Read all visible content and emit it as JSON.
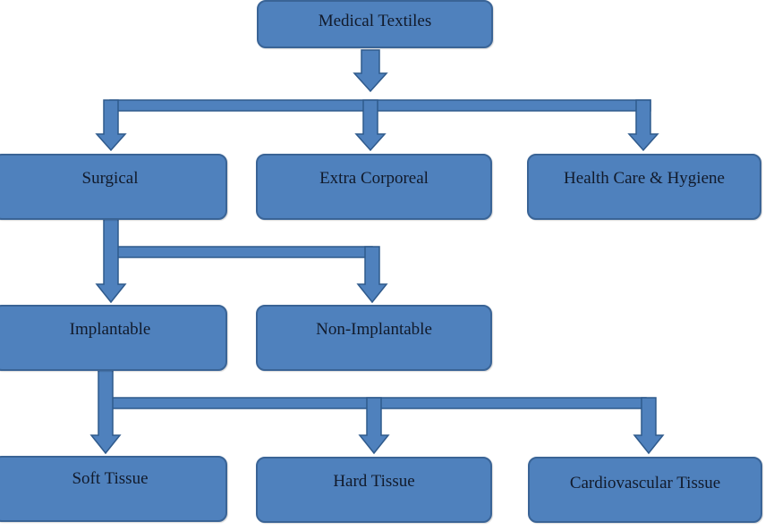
{
  "diagram": {
    "type": "tree",
    "colors": {
      "node_fill": "#4f81bd",
      "node_border": "#3a6496",
      "connector_fill": "#4f81bd",
      "connector_border": "#2f5a8c",
      "text": "#111a2b"
    },
    "nodes": {
      "root": {
        "label": "Medical Textiles"
      },
      "surgical": {
        "label": "Surgical",
        "parent": "root"
      },
      "extra_corporeal": {
        "label": "Extra Corporeal",
        "parent": "root"
      },
      "health_care": {
        "label": "Health Care & Hygiene",
        "parent": "root"
      },
      "implantable": {
        "label": "Implantable",
        "parent": "surgical"
      },
      "non_implantable": {
        "label": "Non-Implantable",
        "parent": "surgical"
      },
      "soft_tissue": {
        "label": "Soft Tissue",
        "parent": "implantable"
      },
      "hard_tissue": {
        "label": "Hard Tissue",
        "parent": "implantable"
      },
      "cardiovascular_tissue": {
        "label": "Cardiovascular Tissue",
        "parent": "implantable"
      }
    }
  }
}
